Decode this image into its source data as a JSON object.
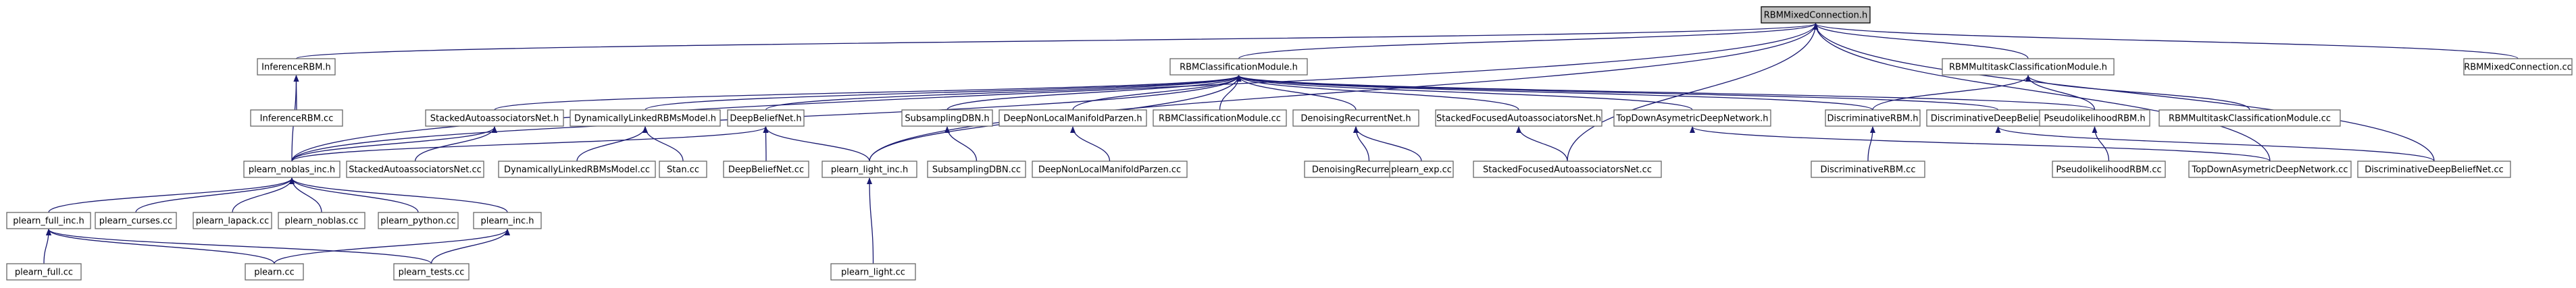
{
  "graph": {
    "root": "n0",
    "colors": {
      "edge": "#191970",
      "node_border": "#666666",
      "root_fill": "#bfbfbf"
    },
    "nodes": [
      {
        "id": "n0",
        "label": "RBMMixedConnection.h"
      },
      {
        "id": "n1",
        "label": "InferenceRBM.h"
      },
      {
        "id": "n2",
        "label": "RBMClassificationModule.h"
      },
      {
        "id": "n3",
        "label": "RBMMultitaskClassificationModule.h"
      },
      {
        "id": "n4",
        "label": "RBMMixedConnection.cc"
      },
      {
        "id": "n5",
        "label": "InferenceRBM.cc"
      },
      {
        "id": "n6",
        "label": "StackedAutoassociatorsNet.h"
      },
      {
        "id": "n7",
        "label": "DynamicallyLinkedRBMsModel.h"
      },
      {
        "id": "n8",
        "label": "DeepBeliefNet.h"
      },
      {
        "id": "n9",
        "label": "SubsamplingDBN.h"
      },
      {
        "id": "n10",
        "label": "DeepNonLocalManifoldParzen.h"
      },
      {
        "id": "n11",
        "label": "RBMClassificationModule.cc"
      },
      {
        "id": "n12",
        "label": "DenoisingRecurrentNet.h"
      },
      {
        "id": "n13",
        "label": "StackedFocusedAutoassociatorsNet.h"
      },
      {
        "id": "n14",
        "label": "TopDownAsymetricDeepNetwork.h"
      },
      {
        "id": "n15",
        "label": "DiscriminativeRBM.h"
      },
      {
        "id": "n16",
        "label": "DiscriminativeDeepBeliefNet.h"
      },
      {
        "id": "n17",
        "label": "PseudolikelihoodRBM.h"
      },
      {
        "id": "n18",
        "label": "RBMMultitaskClassificationModule.cc"
      },
      {
        "id": "n19",
        "label": "plearn_noblas_inc.h"
      },
      {
        "id": "n20",
        "label": "StackedAutoassociatorsNet.cc"
      },
      {
        "id": "n21",
        "label": "DynamicallyLinkedRBMsModel.cc"
      },
      {
        "id": "n22",
        "label": "Stan.cc"
      },
      {
        "id": "n23",
        "label": "DeepBeliefNet.cc"
      },
      {
        "id": "n24",
        "label": "plearn_light_inc.h"
      },
      {
        "id": "n25",
        "label": "SubsamplingDBN.cc"
      },
      {
        "id": "n26",
        "label": "DeepNonLocalManifoldParzen.cc"
      },
      {
        "id": "n27",
        "label": "DenoisingRecurrentNet.cc"
      },
      {
        "id": "n28",
        "label": "plearn_exp.cc"
      },
      {
        "id": "n29",
        "label": "StackedFocusedAutoassociatorsNet.cc"
      },
      {
        "id": "n30",
        "label": "DiscriminativeRBM.cc"
      },
      {
        "id": "n31",
        "label": "PseudolikelihoodRBM.cc"
      },
      {
        "id": "n32",
        "label": "TopDownAsymetricDeepNetwork.cc"
      },
      {
        "id": "n33",
        "label": "DiscriminativeDeepBeliefNet.cc"
      },
      {
        "id": "n34",
        "label": "plearn_full_inc.h"
      },
      {
        "id": "n35",
        "label": "plearn_curses.cc"
      },
      {
        "id": "n36",
        "label": "plearn_lapack.cc"
      },
      {
        "id": "n37",
        "label": "plearn_noblas.cc"
      },
      {
        "id": "n38",
        "label": "plearn_python.cc"
      },
      {
        "id": "n39",
        "label": "plearn_inc.h"
      },
      {
        "id": "n40",
        "label": "plearn_light.cc"
      },
      {
        "id": "n41",
        "label": "plearn_full.cc"
      },
      {
        "id": "n42",
        "label": "plearn.cc"
      },
      {
        "id": "n43",
        "label": "plearn_tests.cc"
      }
    ],
    "edges": [
      [
        "n0",
        "n1"
      ],
      [
        "n0",
        "n2"
      ],
      [
        "n0",
        "n3"
      ],
      [
        "n0",
        "n4"
      ],
      [
        "n0",
        "n19"
      ],
      [
        "n0",
        "n24"
      ],
      [
        "n0",
        "n29"
      ],
      [
        "n0",
        "n32"
      ],
      [
        "n0",
        "n33"
      ],
      [
        "n1",
        "n5"
      ],
      [
        "n1",
        "n19"
      ],
      [
        "n2",
        "n6"
      ],
      [
        "n2",
        "n7"
      ],
      [
        "n2",
        "n8"
      ],
      [
        "n2",
        "n9"
      ],
      [
        "n2",
        "n10"
      ],
      [
        "n2",
        "n11"
      ],
      [
        "n2",
        "n12"
      ],
      [
        "n2",
        "n13"
      ],
      [
        "n2",
        "n14"
      ],
      [
        "n2",
        "n15"
      ],
      [
        "n2",
        "n16"
      ],
      [
        "n2",
        "n17"
      ],
      [
        "n2",
        "n19"
      ],
      [
        "n2",
        "n24"
      ],
      [
        "n3",
        "n15"
      ],
      [
        "n3",
        "n17"
      ],
      [
        "n3",
        "n18"
      ],
      [
        "n6",
        "n19"
      ],
      [
        "n6",
        "n20"
      ],
      [
        "n7",
        "n21"
      ],
      [
        "n7",
        "n22"
      ],
      [
        "n8",
        "n19"
      ],
      [
        "n8",
        "n23"
      ],
      [
        "n8",
        "n24"
      ],
      [
        "n9",
        "n25"
      ],
      [
        "n10",
        "n26"
      ],
      [
        "n12",
        "n27"
      ],
      [
        "n12",
        "n28"
      ],
      [
        "n13",
        "n29"
      ],
      [
        "n14",
        "n32"
      ],
      [
        "n15",
        "n30"
      ],
      [
        "n16",
        "n33"
      ],
      [
        "n17",
        "n31"
      ],
      [
        "n19",
        "n34"
      ],
      [
        "n19",
        "n35"
      ],
      [
        "n19",
        "n36"
      ],
      [
        "n19",
        "n37"
      ],
      [
        "n19",
        "n38"
      ],
      [
        "n19",
        "n39"
      ],
      [
        "n24",
        "n40"
      ],
      [
        "n34",
        "n41"
      ],
      [
        "n34",
        "n42"
      ],
      [
        "n34",
        "n43"
      ],
      [
        "n39",
        "n42"
      ],
      [
        "n39",
        "n43"
      ]
    ]
  }
}
